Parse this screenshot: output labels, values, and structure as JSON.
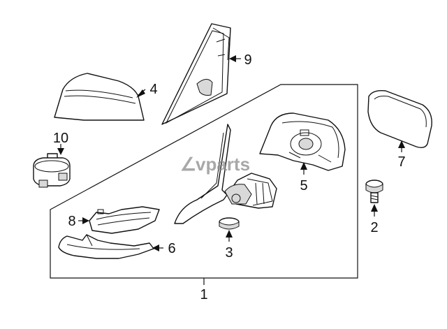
{
  "callouts": {
    "p1": "1",
    "p2": "2",
    "p3": "3",
    "p4": "4",
    "p5": "5",
    "p6": "6",
    "p7": "7",
    "p8": "8",
    "p9": "9",
    "p10": "10"
  },
  "watermark": {
    "brand_mark": "∠",
    "brand_text": "vparts"
  },
  "colors": {
    "line": "#111111",
    "watermark": "#8c8c8c"
  }
}
